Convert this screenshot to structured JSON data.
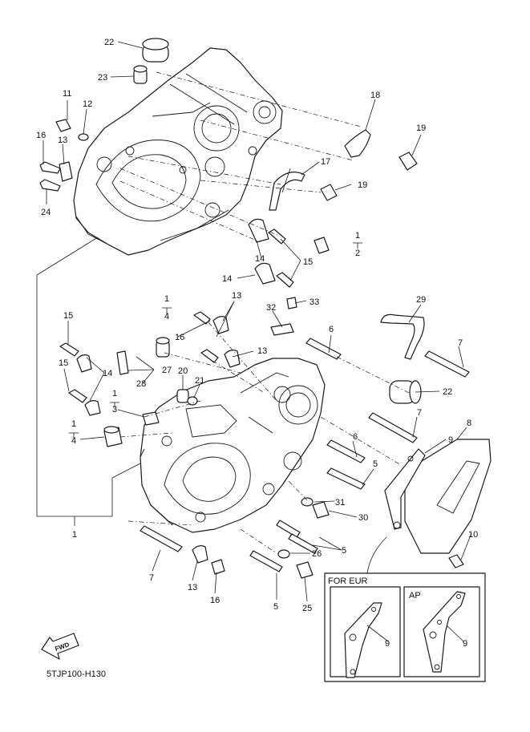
{
  "diagram_code": "5TJP100-H130",
  "fwd_label": "FWD",
  "boxes": {
    "eur": "FOR EUR",
    "ap": "AP"
  },
  "callouts": {
    "n22a": "22",
    "n23": "23",
    "n11": "11",
    "n12": "12",
    "n16a": "16",
    "n13a": "13",
    "n24": "24",
    "n18": "18",
    "n19a": "19",
    "n17": "17",
    "n19b": "19",
    "n1a": "1",
    "n2": "2",
    "n14a": "14",
    "n15a": "15",
    "n14b": "14",
    "n1b": "1",
    "n4a": "4",
    "n13b": "13",
    "n16b": "16",
    "n32": "32",
    "n33": "33",
    "n13c": "13",
    "n15b": "15",
    "n15c": "15",
    "n14c": "14",
    "n27": "27",
    "n28": "28",
    "n20": "20",
    "n21": "21",
    "n29": "29",
    "n6a": "6",
    "n7a": "7",
    "n22b": "22",
    "n1c": "1",
    "n3": "3",
    "n1d": "1",
    "n4b": "4",
    "n7b": "7",
    "n8": "8",
    "n9a": "9",
    "n6b": "6",
    "n5a": "5",
    "n31": "31",
    "n30": "30",
    "n26": "26",
    "n5b": "5",
    "n10": "10",
    "n7c": "7",
    "n13d": "13",
    "n16c": "16",
    "n5c": "5",
    "n25": "25",
    "n1e": "1",
    "n9b": "9",
    "n9c": "9"
  }
}
